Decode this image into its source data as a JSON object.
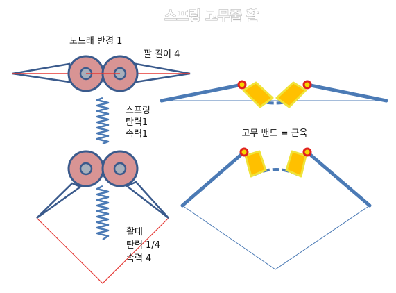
{
  "title": "스프링 고무줄 활",
  "labels": {
    "pulley_radius": "도드래 반경 1",
    "arm_length": "팔 길이 4",
    "spring_line1": "스프링",
    "spring_line2": "탄력1",
    "spring_line3": "속력1",
    "rubber_band": "고무 밴드 = 근육",
    "bow_line1": "활대",
    "bow_line2": "탄력 1/4",
    "bow_line3": "속력 4"
  },
  "colors": {
    "pulley_fill": "#d89494",
    "pulley_stroke": "#3a5a8c",
    "hub_fill": "#a7afbb",
    "limb": "#4b7ab5",
    "spring": "#4b7ab5",
    "string_red": "#e53935",
    "string_blue": "#4b7ab5",
    "pad_fill": "#ffc000",
    "pad_stroke": "#f0e33a",
    "pivot_fill": "#f6d600",
    "pivot_stroke": "#e02020"
  }
}
